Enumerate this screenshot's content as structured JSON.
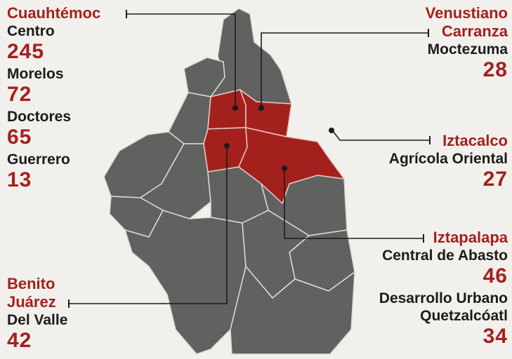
{
  "colors": {
    "highlight": "#a4201d",
    "district": "#5f625f",
    "border": "#dcdcd6",
    "text": "#1b1b1b",
    "background": "#f1f0ec"
  },
  "boroughs": {
    "cuauhtemoc": {
      "name": "Cuauhtémoc",
      "colonias": [
        {
          "name": "Centro",
          "count": "245"
        },
        {
          "name": "Morelos",
          "count": "72"
        },
        {
          "name": "Doctores",
          "count": "65"
        },
        {
          "name": "Guerrero",
          "count": "13"
        }
      ]
    },
    "venustiano_carranza": {
      "name_line1": "Venustiano",
      "name_line2": "Carranza",
      "colonias": [
        {
          "name": "Moctezuma",
          "count": "28"
        }
      ]
    },
    "iztacalco": {
      "name": "Iztacalco",
      "colonias": [
        {
          "name": "Agrícola Oriental",
          "count": "27"
        }
      ]
    },
    "iztapalapa": {
      "name": "Iztapalapa",
      "colonias": [
        {
          "name": "Central de Abasto",
          "count": "46"
        },
        {
          "name_line1": "Desarrollo Urbano",
          "name_line2": "Quetzalcóatl",
          "count": "34"
        }
      ]
    },
    "benito_juarez": {
      "name_line1": "Benito",
      "name_line2": "Juárez",
      "colonias": [
        {
          "name": "Del Valle",
          "count": "42"
        }
      ]
    }
  }
}
